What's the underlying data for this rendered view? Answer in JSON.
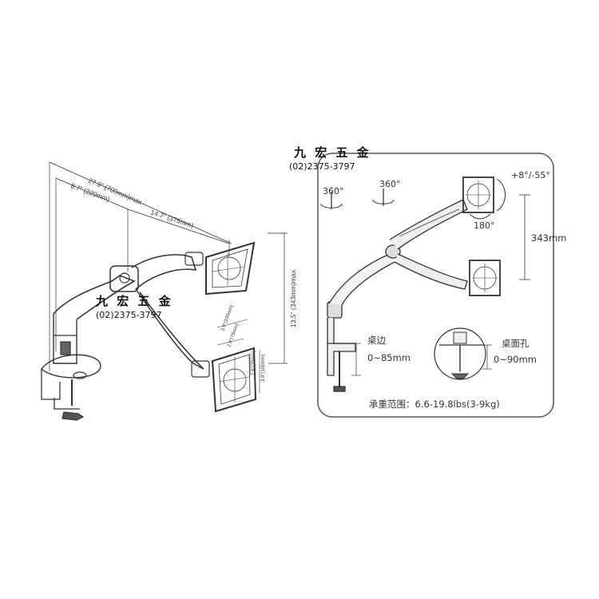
{
  "left_diagram": {
    "dim_total": "27.9\" (709mm)max",
    "dim_inner": "8.7\" (220mm)",
    "dim_arm": "14.7\" (375mm)",
    "dim_height": "13.5\" (343mm)max",
    "vesa_1": "3.9\"(100mm)",
    "vesa_2": "2.9\"(75mm)",
    "vesa_3": "2.9\"(75mm)",
    "vesa_4": "3.9\"(100mm)"
  },
  "right_diagram": {
    "rotate_base": "360°",
    "rotate_arm": "360°",
    "tilt": "+8°/-55°",
    "rotate_head": "180°",
    "height": "343mm",
    "desk_edge_label": "桌边",
    "desk_edge_range": "0~85mm",
    "desk_hole_label": "桌面孔",
    "desk_hole_range": "0~90mm",
    "load": "承重范围：6.6-19.8lbs(3-9kg)"
  },
  "watermarks": [
    {
      "name": "九 宏 五 金",
      "phone": "(02)2375-3797"
    },
    {
      "name": "九 宏 五 金",
      "phone": "(02)2375-3797"
    }
  ]
}
